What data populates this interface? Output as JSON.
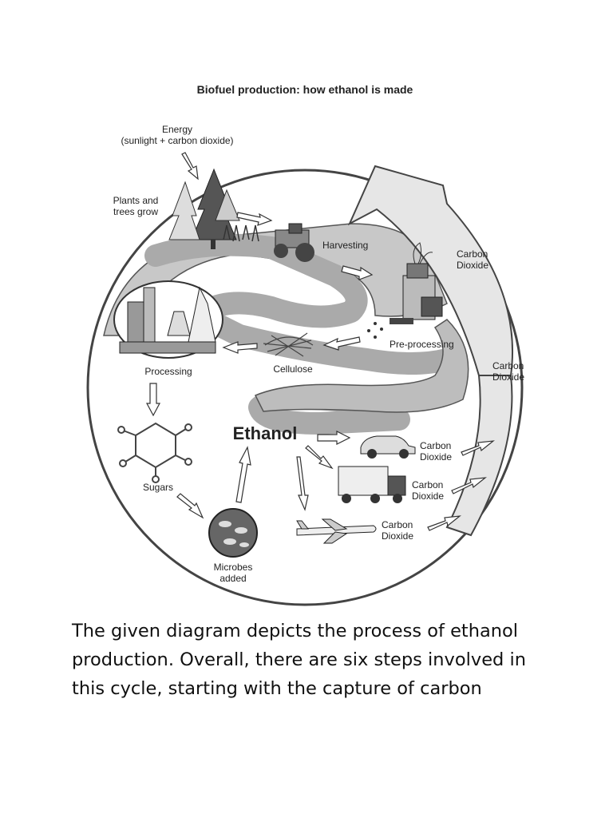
{
  "diagram": {
    "title": "Biofuel production: how ethanol is made",
    "energy_line1": "Energy",
    "energy_line2": "(sunlight + carbon dioxide)",
    "plants_line1": "Plants and",
    "plants_line2": "trees grow",
    "harvesting": "Harvesting",
    "preprocessing": "Pre-processing",
    "cellulose": "Cellulose",
    "processing": "Processing",
    "sugars": "Sugars",
    "microbes_line1": "Microbes",
    "microbes_line2": "added",
    "ethanol": "Ethanol",
    "co2_line1": "Carbon",
    "co2_line2": "Dioxide"
  },
  "caption": "The given diagram depicts the process of ethanol production. Overall, there are six steps involved in this cycle, starting with the capture of carbon"
}
